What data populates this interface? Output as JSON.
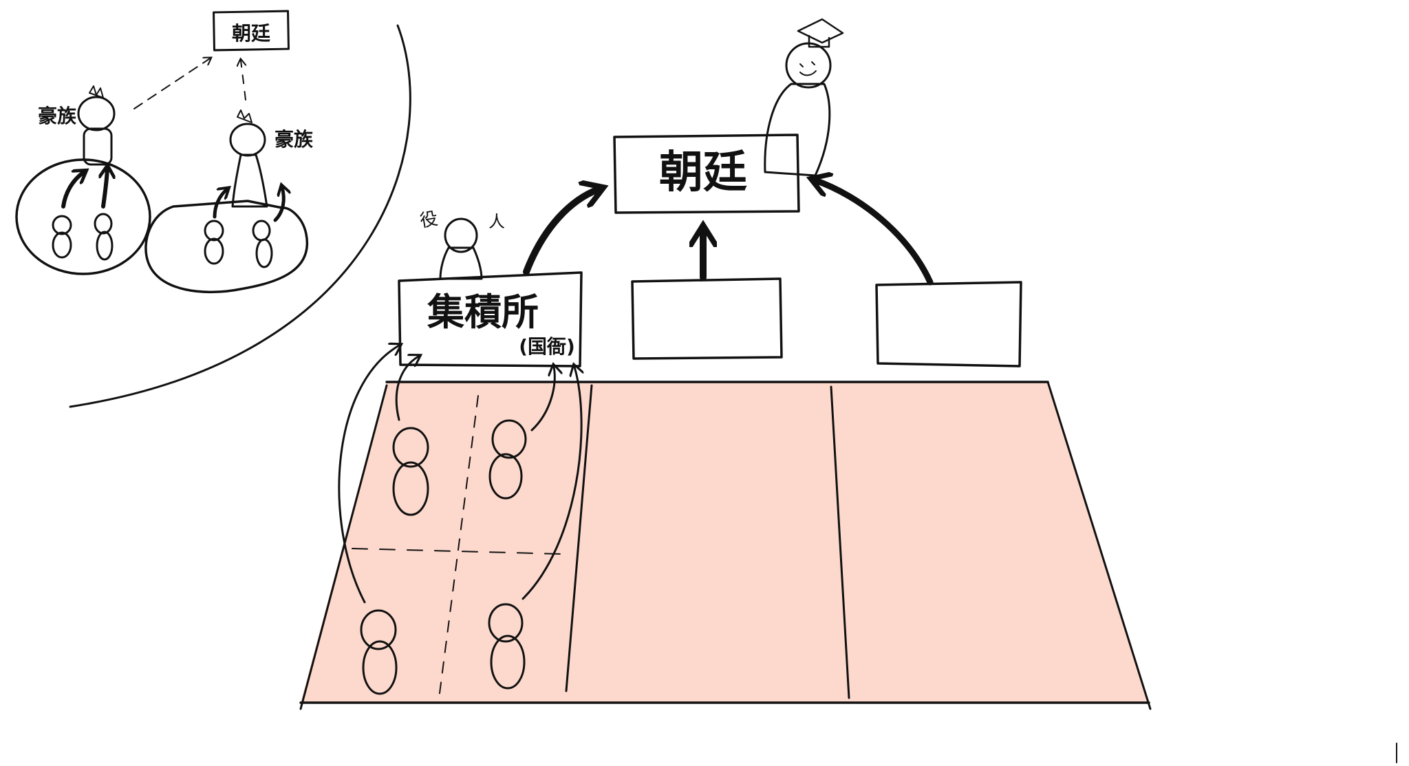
{
  "inset": {
    "court_label": "朝廷",
    "clan_left_label": "豪族",
    "clan_right_label": "豪族"
  },
  "main": {
    "court_label": "朝廷",
    "official_label_1": "役",
    "official_label_2": "人",
    "office_label": "集積所",
    "office_sub_label": "(国衙)"
  },
  "colors": {
    "box": "#f77f72",
    "official": "#f0604c",
    "land": "#fdd9cd",
    "peasant": "#f7a3a0",
    "clan_orange": "#f7ad35",
    "clan_green": "#46e14f"
  }
}
